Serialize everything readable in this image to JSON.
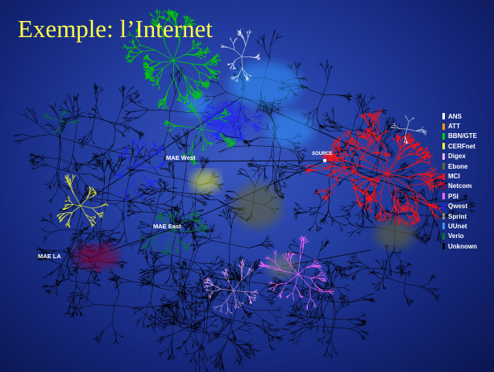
{
  "slide": {
    "title": "Exemple: l’Internet"
  },
  "hubs": {
    "mae_west": "MAE West",
    "mae_east": "MAE East",
    "mae_la": "MAE LA",
    "source": "SOURCE"
  },
  "legend": [
    {
      "label": "ANS",
      "color": "#ffffff"
    },
    {
      "label": "ATT",
      "color": "#ff9a00"
    },
    {
      "label": "BBN/GTE",
      "color": "#00d000"
    },
    {
      "label": "CERFnet",
      "color": "#ffff33"
    },
    {
      "label": "Digex",
      "color": "#ffb0ff"
    },
    {
      "label": "Ebone",
      "color": "#6a6a2a"
    },
    {
      "label": "MCI",
      "color": "#ff1010"
    },
    {
      "label": "Netcom",
      "color": "#8a0030"
    },
    {
      "label": "PSI",
      "color": "#ff66ff"
    },
    {
      "label": "Qwest",
      "color": "#2020ff"
    },
    {
      "label": "Sprint",
      "color": "#8a8a6a"
    },
    {
      "label": "UUnet",
      "color": "#3399ff"
    },
    {
      "label": "Verio",
      "color": "#007a2a"
    },
    {
      "label": "Unknown",
      "color": "#000000"
    }
  ]
}
